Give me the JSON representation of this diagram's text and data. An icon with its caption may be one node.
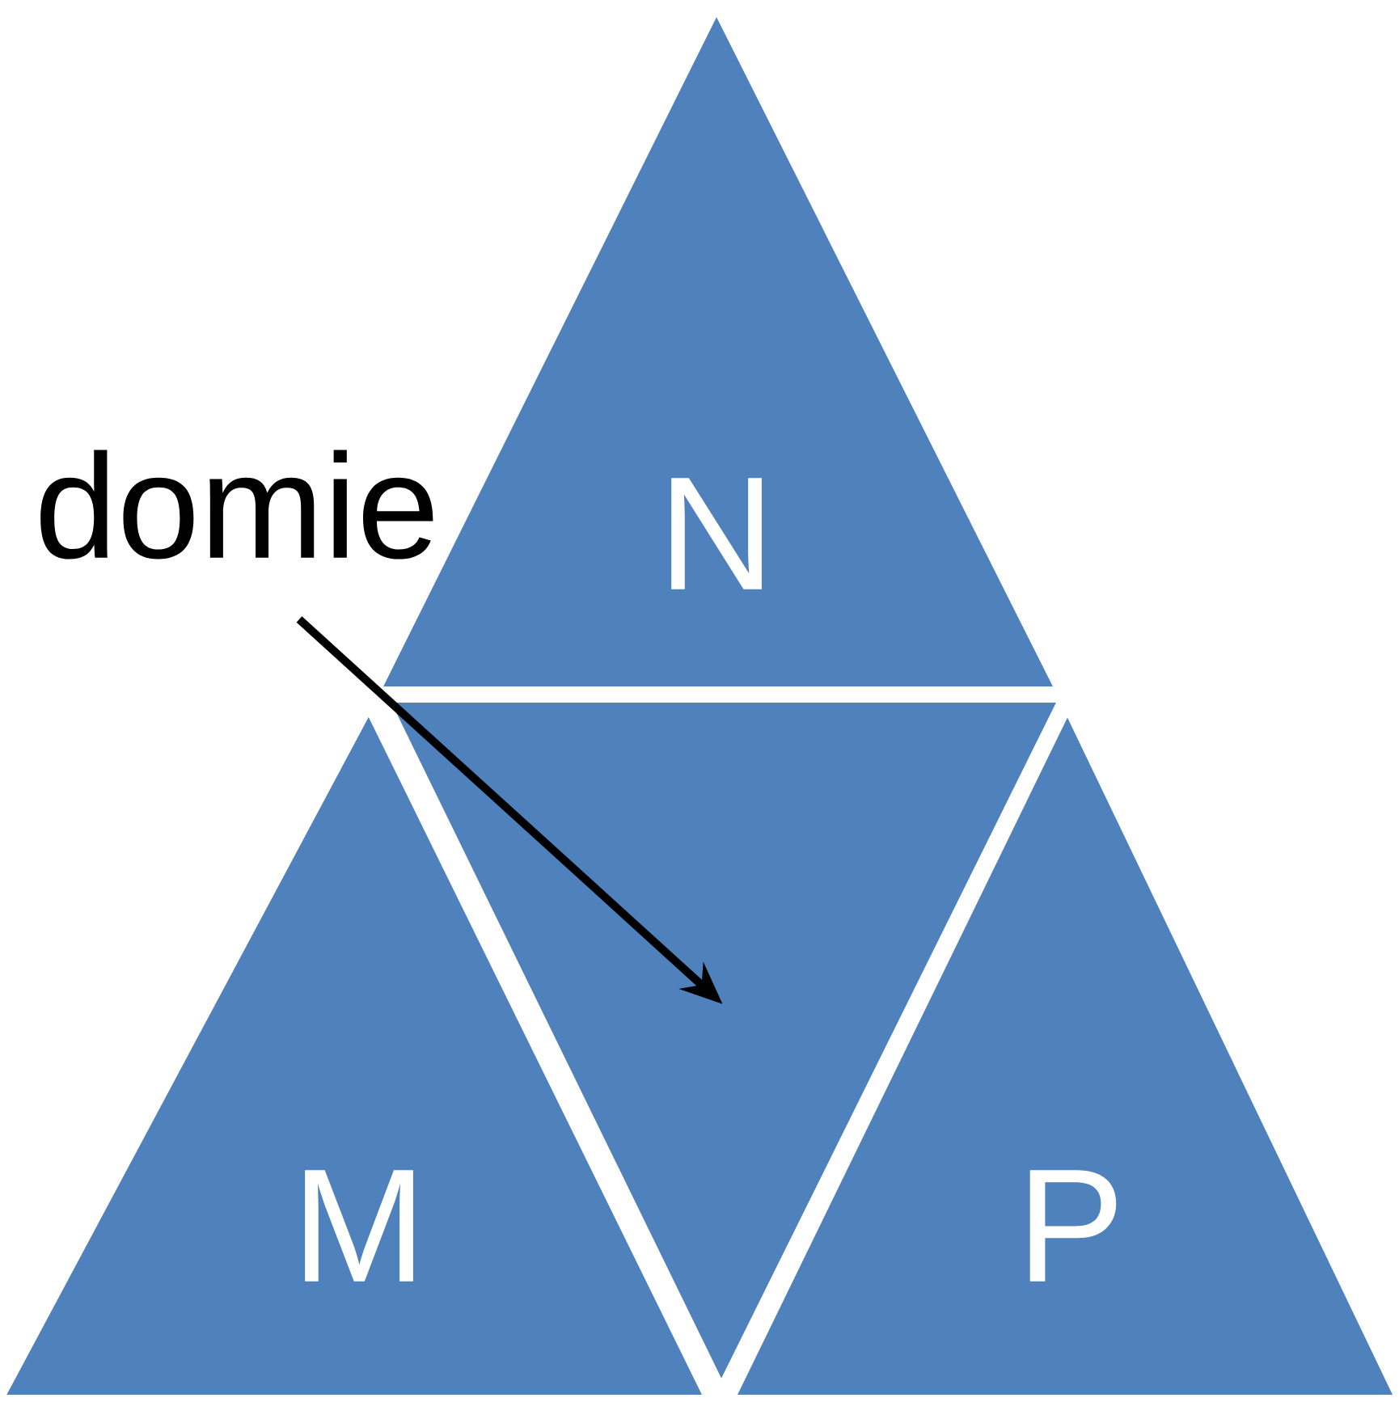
{
  "diagram": {
    "nodes": [
      {
        "text": [
          "domie"
        ]
      },
      {
        "text": [
          "N"
        ]
      },
      {
        "text": [],
        "shape": "triangle"
      },
      {
        "text": [
          "M"
        ]
      },
      {
        "text": [
          "P"
        ]
      }
    ],
    "edges": [
      {
        "from": 0,
        "to": 2,
        "arrow": "to"
      }
    ]
  }
}
